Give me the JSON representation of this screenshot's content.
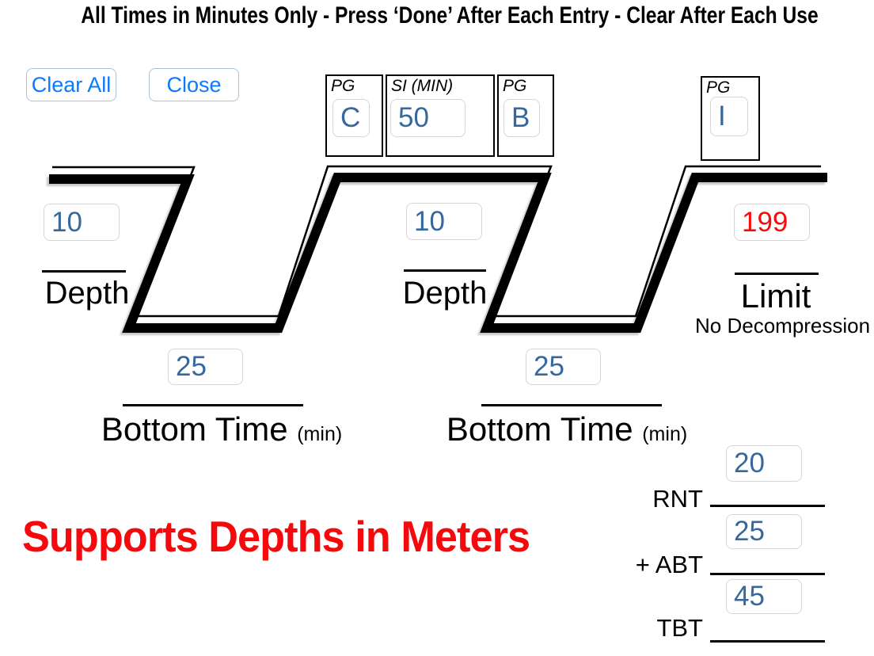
{
  "title": "All Times in Minutes Only - Press ‘Done’ After Each Entry - Clear After Each Use",
  "toolbar": {
    "clear_all_label": "Clear All",
    "close_label": "Close"
  },
  "surface_interval_box": {
    "pg_before": {
      "label": "PG",
      "value": "C"
    },
    "si": {
      "label": "SI (MIN)",
      "value": "50"
    },
    "pg_after": {
      "label": "PG",
      "value": "B"
    }
  },
  "final_group_box": {
    "label": "PG",
    "value": "I"
  },
  "dive1": {
    "depth": {
      "value": "10",
      "label": "Depth"
    },
    "bottom_time": {
      "value": "25",
      "label": "Bottom Time",
      "unit": "(min)"
    }
  },
  "dive2": {
    "depth": {
      "value": "10",
      "label": "Depth"
    },
    "bottom_time": {
      "value": "25",
      "label": "Bottom Time",
      "unit": "(min)"
    }
  },
  "limit": {
    "value": "199",
    "label": "Limit",
    "note": "No Decompression"
  },
  "time_totals": {
    "rnt": {
      "label": "RNT",
      "value": "20"
    },
    "abt": {
      "label": "+ ABT",
      "value": "25"
    },
    "tbt": {
      "label": "TBT",
      "value": "45"
    }
  },
  "footer_note": "Supports Depths in Meters",
  "colors": {
    "entry_blue": "#36689E",
    "button_blue": "#0A7AFF",
    "limit_red": "#FA0A0A",
    "note_red": "#F5090D"
  }
}
